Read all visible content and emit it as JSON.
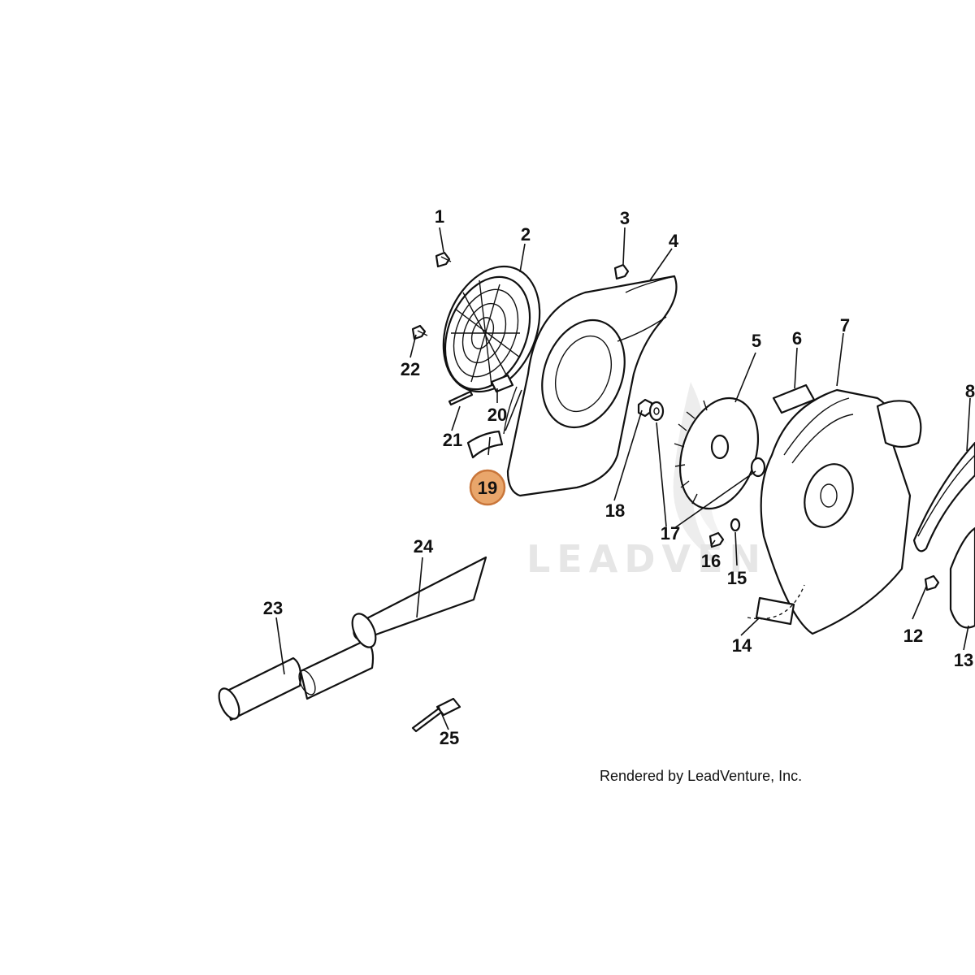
{
  "watermark": "LEADVENTURE",
  "credit": "Rendered by LeadVenture, Inc.",
  "highlight_color": "#E9A66B",
  "highlight_stroke": "#C9763A",
  "callouts": {
    "c1": "1",
    "c2": "2",
    "c3": "3",
    "c4": "4",
    "c5": "5",
    "c6": "6",
    "c7": "7",
    "c8": "8",
    "c12": "12",
    "c13": "13",
    "c14": "14",
    "c15": "15",
    "c16": "16",
    "c17": "17",
    "c18": "18",
    "c19": "19",
    "c20": "20",
    "c21": "21",
    "c22": "22",
    "c23": "23",
    "c24": "24",
    "c25": "25"
  },
  "highlighted_part": "19"
}
